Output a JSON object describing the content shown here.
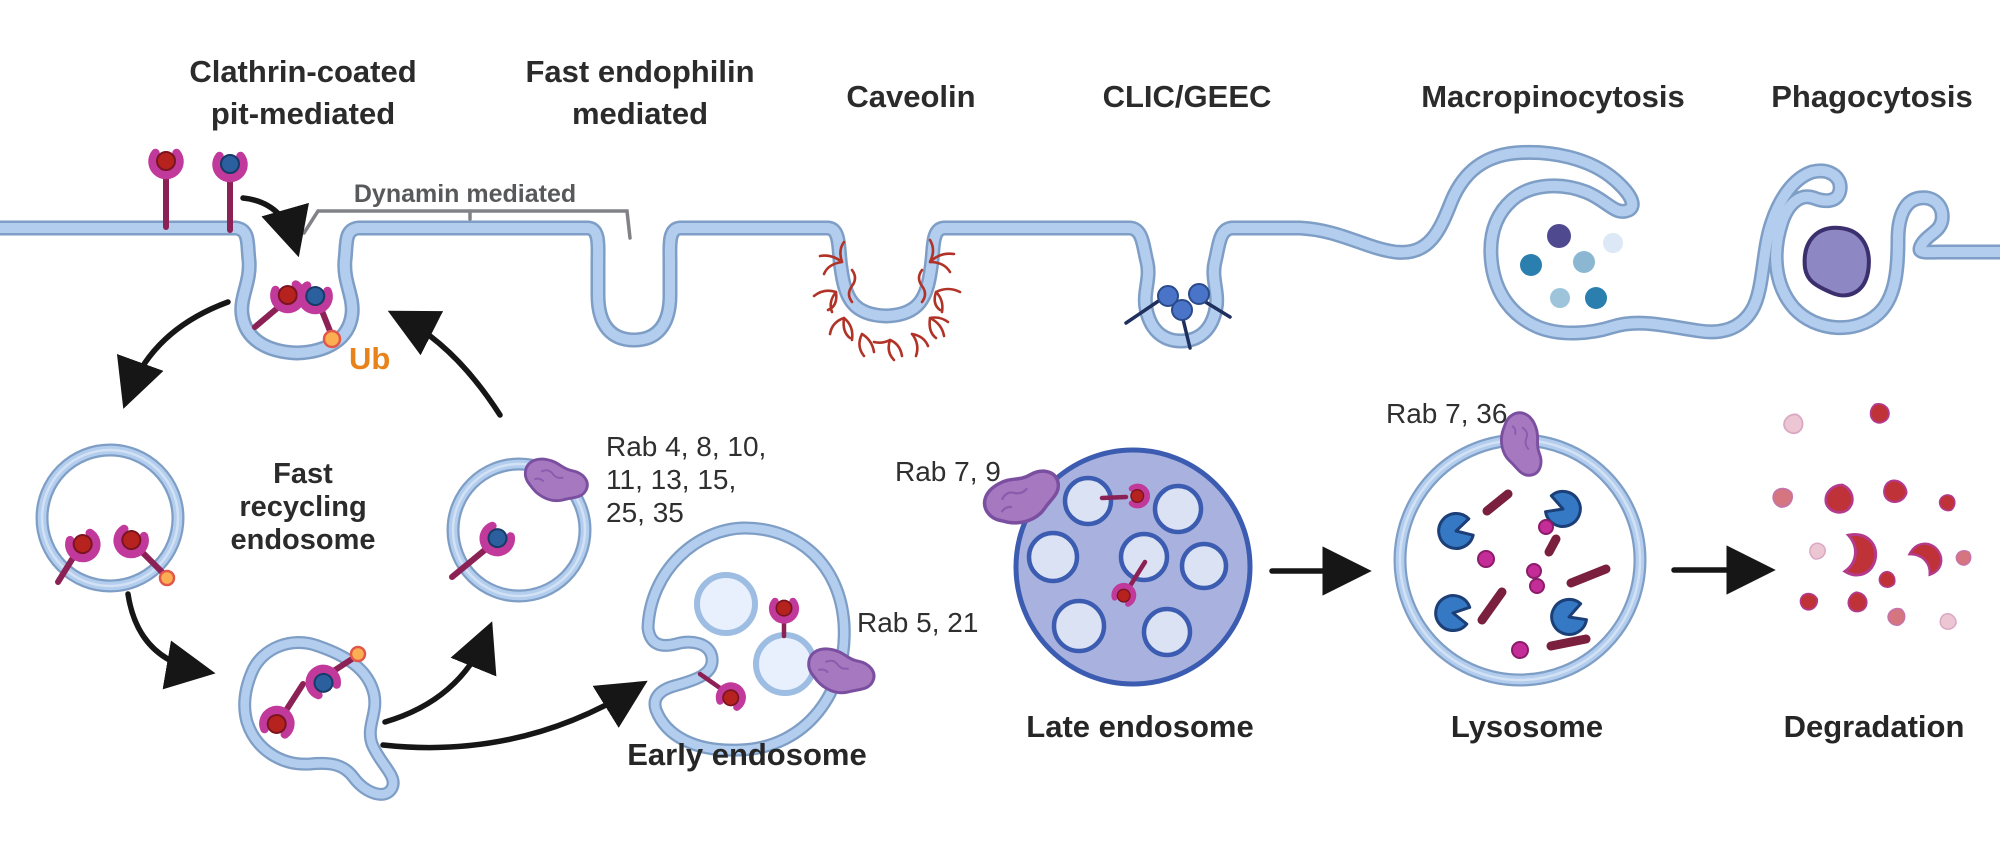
{
  "figure": {
    "type": "biological-pathway-diagram",
    "topic": "Endocytosis pathways and endosomal trafficking"
  },
  "pathway_titles": {
    "clathrin": {
      "line1": "Clathrin-coated",
      "line2": "pit-mediated"
    },
    "endophilin": {
      "line1": "Fast endophilin",
      "line2": "mediated"
    },
    "caveolin": "Caveolin",
    "clic_geec": "CLIC/GEEC",
    "macropinocytosis": "Macropinocytosis",
    "phagocytosis": "Phagocytosis"
  },
  "annotations": {
    "dynamin": "Dynamin mediated",
    "ubiquitin": "Ub",
    "fast_recycling": {
      "line1": "Fast",
      "line2": "recycling",
      "line3": "endosome"
    },
    "rab_recycling": {
      "line1": "Rab 4, 8, 10,",
      "line2": "11, 13, 15,",
      "line3": "25, 35"
    },
    "rab_early": "Rab 5, 21",
    "rab_late": "Rab 7, 9",
    "rab_lysosome": "Rab 7, 36"
  },
  "compartment_labels": {
    "early_endosome": "Early endosome",
    "late_endosome": "Late endosome",
    "lysosome": "Lysosome",
    "degradation": "Degradation"
  },
  "colors": {
    "membrane_fill": "#b3cdee",
    "membrane_edge": "#7e9ec6",
    "late_endosome_fill": "#a9b2de",
    "late_endosome_edge": "#3b5cb0",
    "receptor_magenta": "#c0399b",
    "receptor_stem": "#8c2156",
    "cargo_red": "#b6231f",
    "cargo_blue": "#2c5f9e",
    "ubiquitin_orange": "#fbaf52",
    "ubiquitin_text": "#e8821a",
    "rab_protein_purple": "#a578c0",
    "caveolin_red": "#b13328",
    "lysosome_enzyme_blue": "#3579c4",
    "degradation_red": "#bf3338",
    "label_dark": "#2b2b2b",
    "dynamin_gray": "#58595b"
  }
}
